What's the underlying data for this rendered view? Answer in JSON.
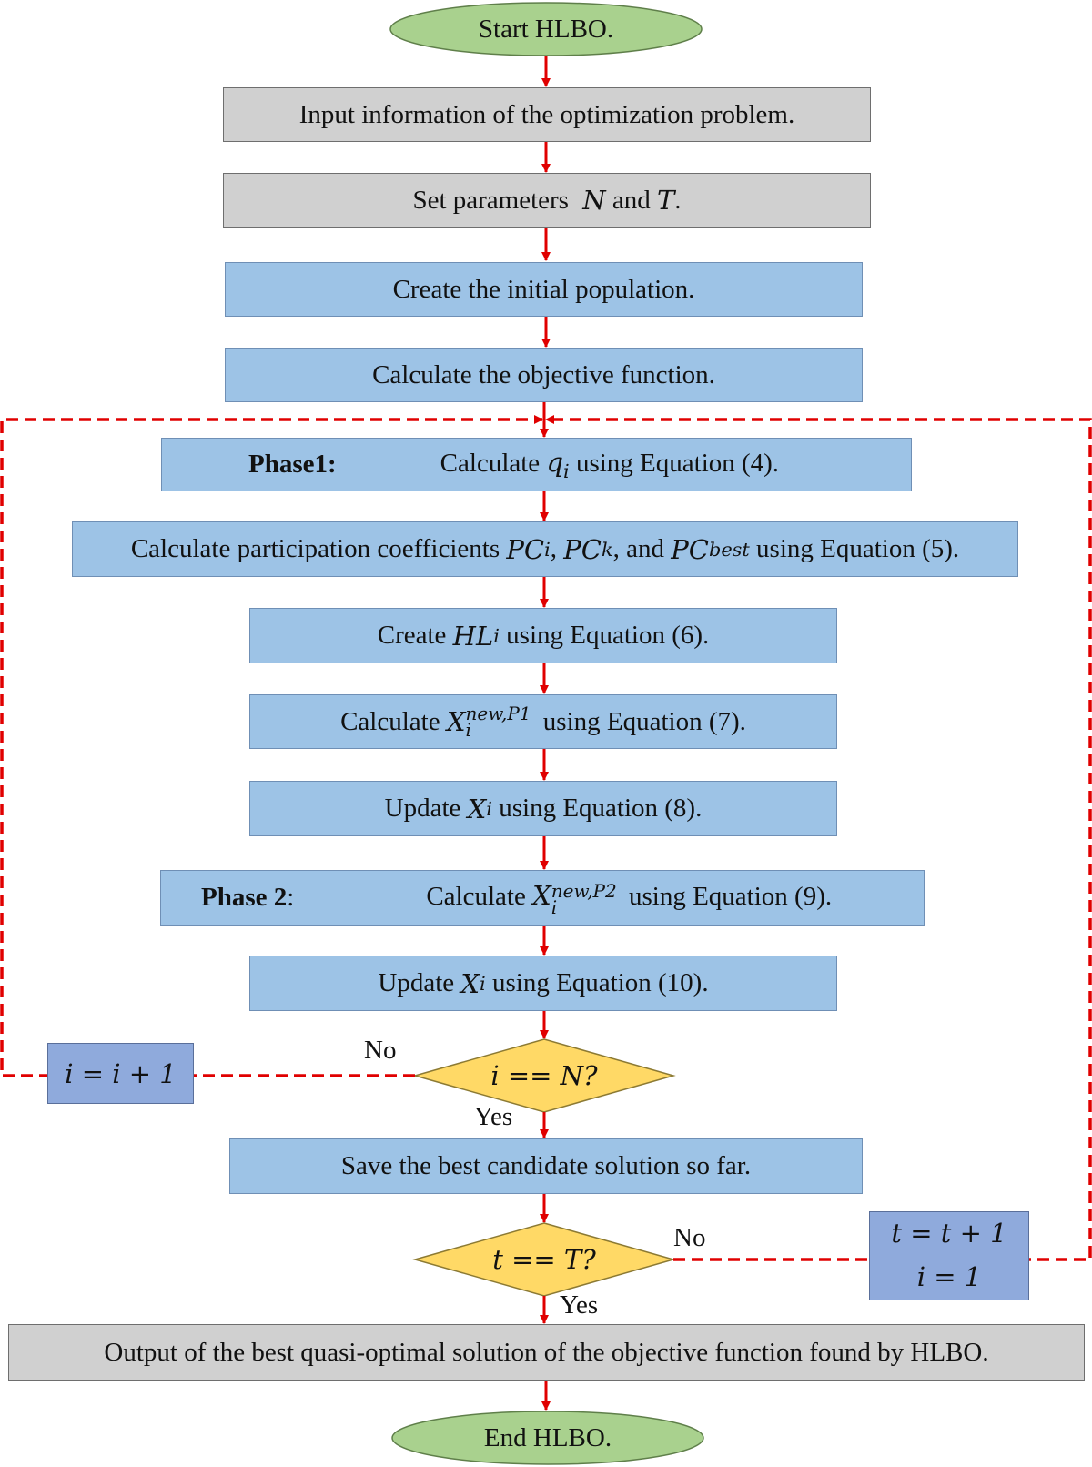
{
  "start_label": "Start HLBO.",
  "end_label": "End HLBO.",
  "steps": {
    "input_info": "Input information of the optimization problem.",
    "set_params_prefix": "Set parameters ",
    "set_params_N": "N",
    "set_params_and": " and ",
    "set_params_T": "T",
    "set_params_end": ".",
    "create_pop": "Create the initial population.",
    "calc_obj": "Calculate the objective function.",
    "phase1_label": "Phase1:",
    "phase1_pre": "Calculate ",
    "phase1_var": "q",
    "phase1_sub": "i",
    "phase1_post": " using Equation (4).",
    "pc_pre": "Calculate participation coefficients ",
    "pc_var1": "PC",
    "pc_sub1": "i",
    "pc_comma1": ", ",
    "pc_var2": "PC",
    "pc_sub2": "k",
    "pc_and": ", and ",
    "pc_var3": "PC",
    "pc_sub3": "best",
    "pc_post": " using Equation (5).",
    "hl_pre": "Create ",
    "hl_var": "HL",
    "hl_sub": "i",
    "hl_post": " using Equation (6).",
    "xnew1_pre": "Calculate ",
    "xnew1_var": "X",
    "xnew1_sub": "i",
    "xnew1_sup": "new,P1",
    "xnew1_post": " using Equation (7).",
    "upd8_pre": "Update ",
    "upd8_var": "X",
    "upd8_sub": "i",
    "upd8_post": " using Equation (8).",
    "phase2_label": "Phase 2",
    "phase2_colon": ":",
    "xnew2_pre": "Calculate ",
    "xnew2_var": "X",
    "xnew2_sub": "i",
    "xnew2_sup": "new,P2",
    "xnew2_post": " using Equation (9).",
    "upd10_pre": "Update ",
    "upd10_var": "X",
    "upd10_sub": "i",
    "upd10_post": " using Equation (10).",
    "save_best": "Save the best candidate solution so far.",
    "output": "Output of the best quasi-optimal solution of the objective function found by HLBO."
  },
  "decisions": {
    "i_check": "i == N?",
    "t_check": "t == T?"
  },
  "counters": {
    "i_increment": "i = i + 1",
    "t_increment": "t = t + 1",
    "i_reset": "i = 1"
  },
  "branch_labels": {
    "no_i": "No",
    "yes_i": "Yes",
    "no_t": "No",
    "yes_t": "Yes"
  },
  "colors": {
    "arrow": "#e00000",
    "gray_fill": "#d0d0d0",
    "blue_fill": "#9dc3e6",
    "purple_fill": "#8faadc",
    "oval_fill": "#a9d18e",
    "diamond_fill": "#ffd966"
  }
}
